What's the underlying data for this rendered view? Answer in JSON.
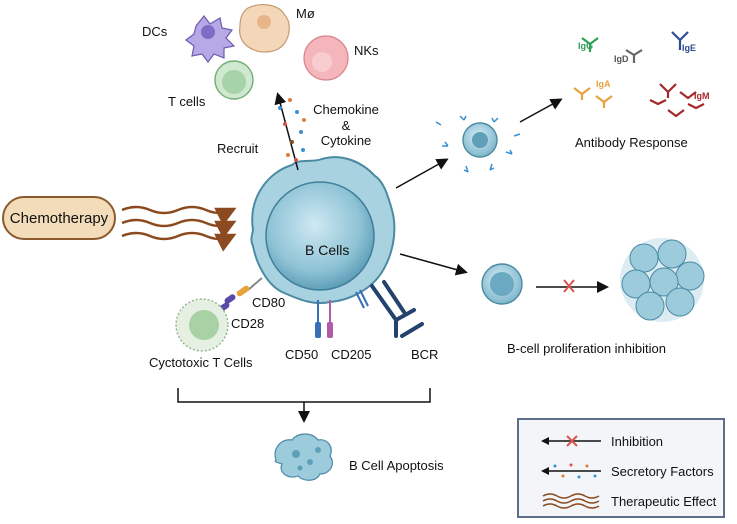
{
  "chemotherapy": "Chemotherapy",
  "b_cells": "B Cells",
  "immune_cells": {
    "dcs": "DCs",
    "macrophage": "Mø",
    "nks": "NKs",
    "t_cells": "T cells"
  },
  "recruit": "Recruit",
  "chemokine": [
    "Chemokine",
    "&",
    "Cytokine"
  ],
  "antibody_response": "Antibody Response",
  "antibodies": [
    "IgG",
    "IgD",
    "IgE",
    "IgA",
    "IgM"
  ],
  "proliferation": "B-cell proliferation inhibition",
  "cd80": "CD80",
  "cd28": "CD28",
  "cytotoxic_t": "Cyctotoxic T Cells",
  "cd50": "CD50",
  "cd205": "CD205",
  "bcr": "BCR",
  "apoptosis": "B Cell Apoptosis",
  "legend": {
    "inhibition": "Inhibition",
    "secretory": "Secretory Factors",
    "therapeutic": "Therapeutic Effect"
  },
  "colors": {
    "bcell": "#8fc3d6",
    "chemo_fill": "#f3dcb9",
    "chemo_border": "#8b5a2b",
    "inhibit_x": "#d9534f",
    "legend_border": "#5b6f86"
  }
}
